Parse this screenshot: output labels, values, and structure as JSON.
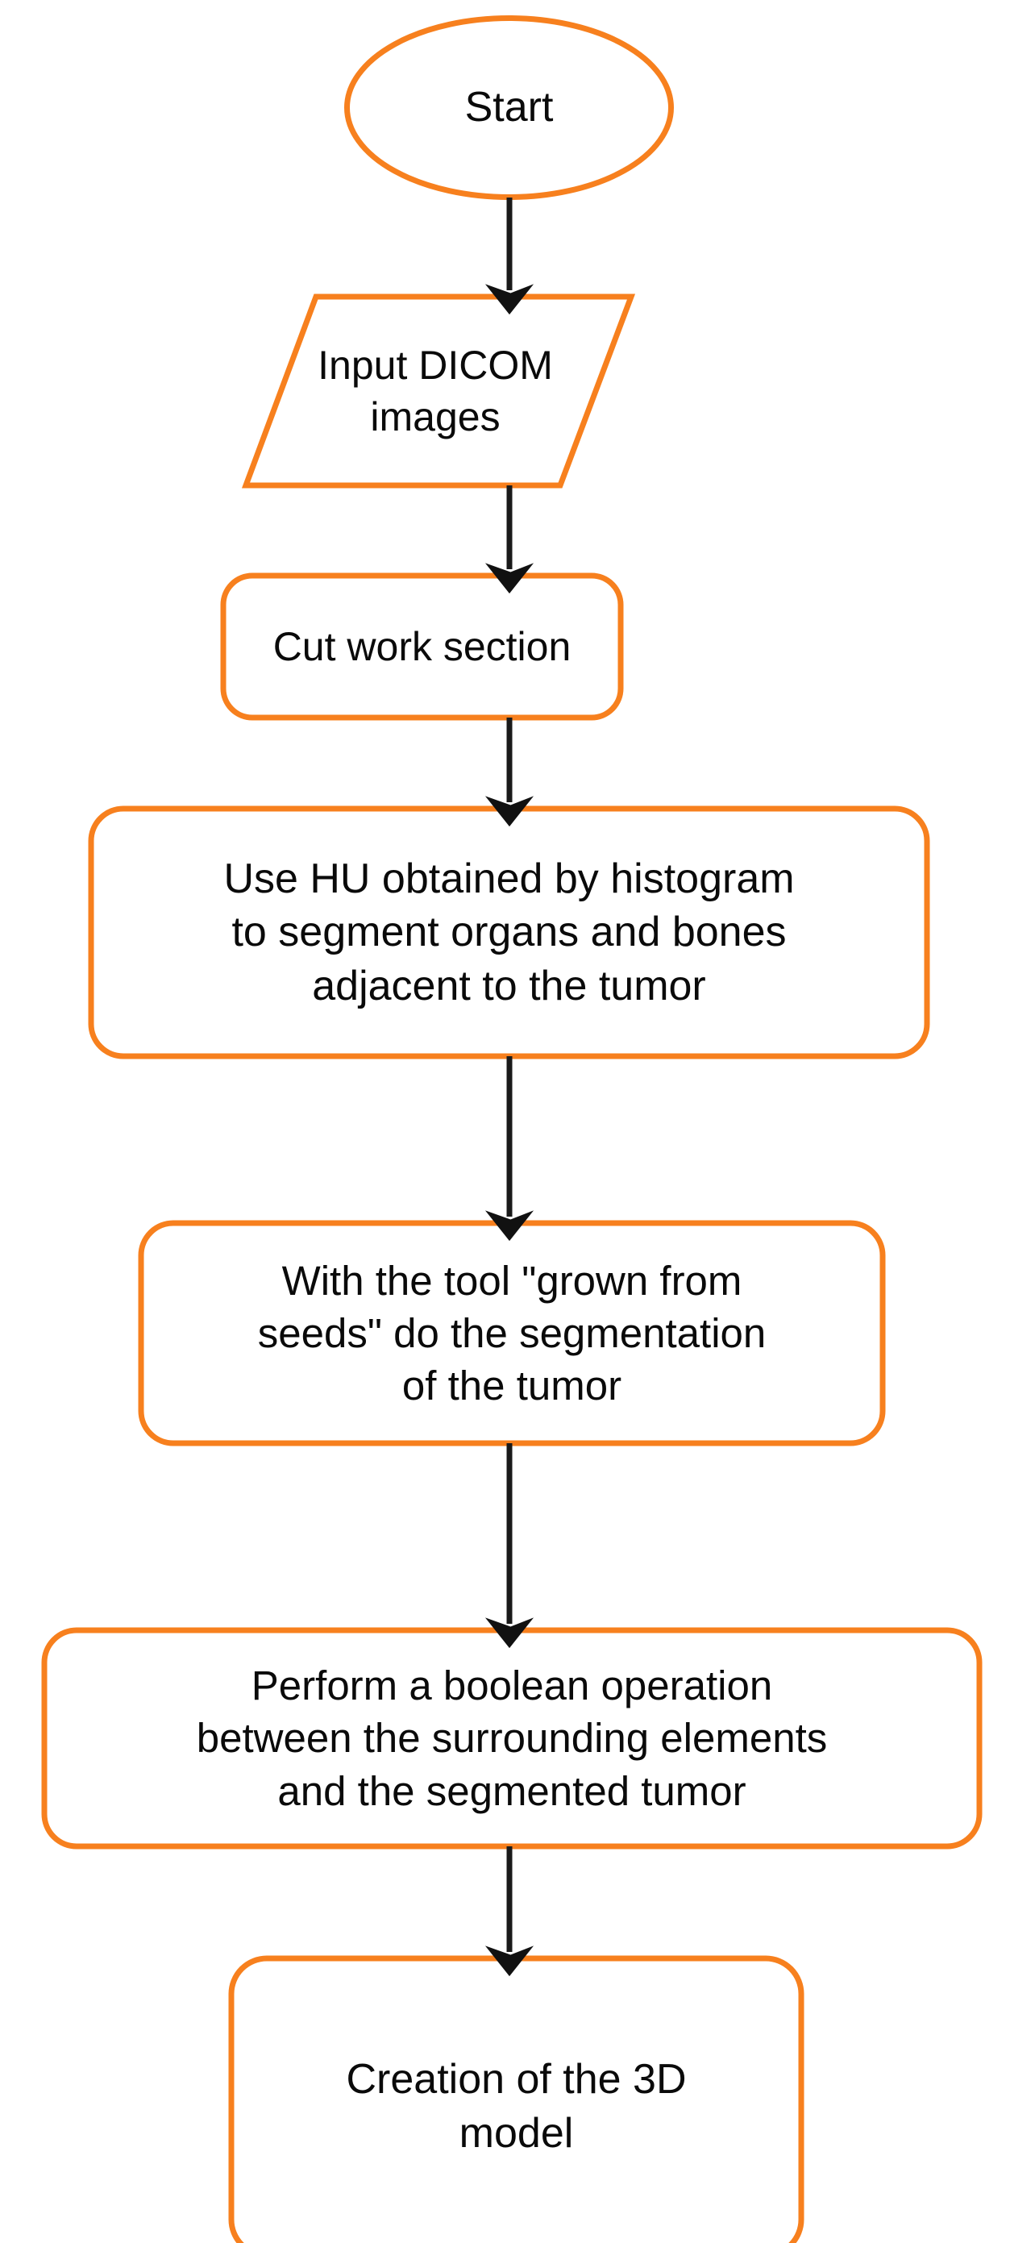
{
  "diagram": {
    "title": "Tumor segmentation and 3D model workflow",
    "type": "flowchart",
    "orientation": "top-to-bottom",
    "colors": {
      "shape_stroke": "#F7801E",
      "connector": "#1A1A1A",
      "text": "#0A0A0A",
      "background": "#FFFFFF"
    },
    "nodes": [
      {
        "id": "start",
        "shape": "ellipse",
        "label": "Start",
        "order": 1
      },
      {
        "id": "input-dicom",
        "shape": "parallelogram",
        "label": "Input DICOM\nimages",
        "order": 2
      },
      {
        "id": "cut-work-section",
        "shape": "rounded-rectangle",
        "label": "Cut work section",
        "order": 3
      },
      {
        "id": "use-hu",
        "shape": "rounded-rectangle",
        "label": "Use HU obtained by histogram\nto segment organs and bones\nadjacent to the tumor",
        "order": 4
      },
      {
        "id": "grown-from-seeds",
        "shape": "rounded-rectangle",
        "label": "With the tool \"grown from\nseeds\" do the segmentation\nof the tumor",
        "order": 5
      },
      {
        "id": "boolean-operation",
        "shape": "rounded-rectangle",
        "label": "Perform a boolean operation\nbetween the surrounding elements\nand the segmented tumor",
        "order": 6
      },
      {
        "id": "create-3d-model",
        "shape": "rounded-rectangle",
        "label": "Creation of the 3D\nmodel",
        "order": 7
      }
    ],
    "connectors": [
      {
        "id": "c1",
        "from": "start",
        "to": "input-dicom",
        "arrow": "down-arrow"
      },
      {
        "id": "c2",
        "from": "input-dicom",
        "to": "cut-work-section",
        "arrow": "down-arrow"
      },
      {
        "id": "c3",
        "from": "cut-work-section",
        "to": "use-hu",
        "arrow": "down-arrow"
      },
      {
        "id": "c4",
        "from": "use-hu",
        "to": "grown-from-seeds",
        "arrow": "down-arrow"
      },
      {
        "id": "c5",
        "from": "grown-from-seeds",
        "to": "boolean-operation",
        "arrow": "down-arrow"
      },
      {
        "id": "c6",
        "from": "boolean-operation",
        "to": "create-3d-model",
        "arrow": "down-arrow"
      }
    ]
  }
}
